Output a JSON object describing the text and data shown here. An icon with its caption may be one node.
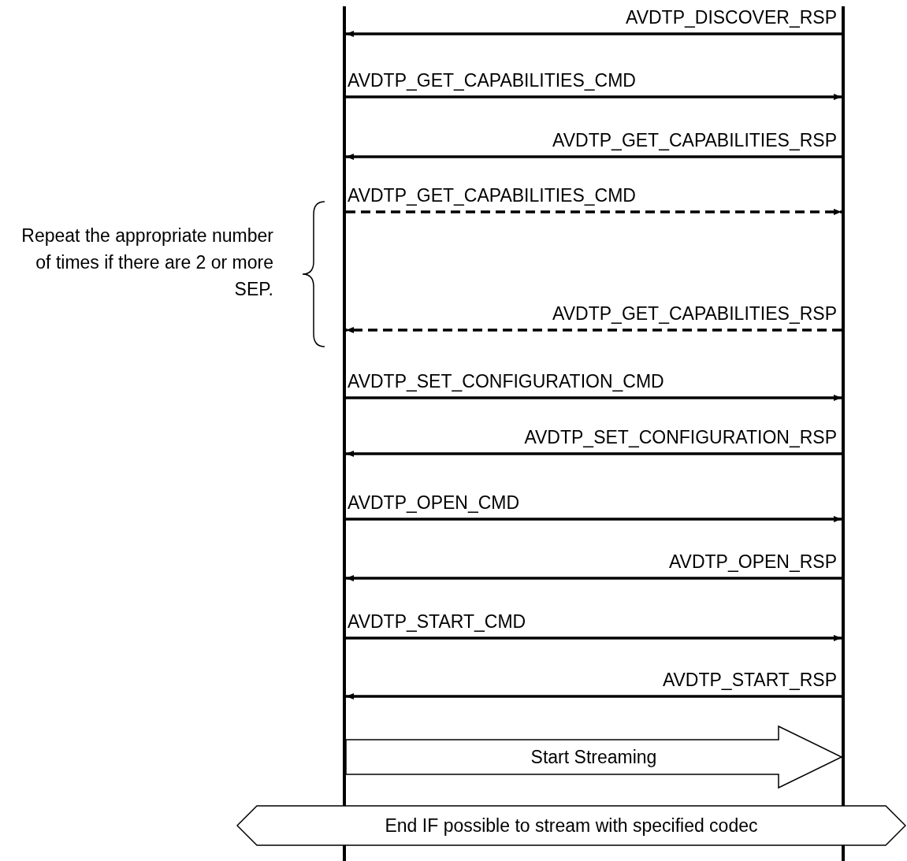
{
  "diagram": {
    "nodes": [
      {
        "text": [],
        "shape": "bar"
      },
      {
        "text": [],
        "shape": "bar"
      },
      {
        "text": [
          "End IF possible to stream with specified codec"
        ]
      }
    ],
    "edges": [
      {
        "from": 1,
        "to": 0,
        "arrow": "to",
        "label": "AVDTP_DISCOVER_RSP"
      },
      {
        "from": 0,
        "to": 1,
        "arrow": "to",
        "label": "AVDTP_GET_CAPABILITIES_CMD"
      },
      {
        "from": 1,
        "to": 0,
        "arrow": "to",
        "label": "AVDTP_GET_CAPABILITIES_RSP"
      },
      {
        "from": 0,
        "to": 1,
        "arrow": "to",
        "label": "AVDTP_GET_CAPABILITIES_CMD",
        "style": "dashed"
      },
      {
        "from": 1,
        "to": 0,
        "arrow": "to",
        "label": "AVDTP_GET_CAPABILITIES_RSP",
        "style": "dashed"
      },
      {
        "from": 0,
        "to": 1,
        "arrow": "to",
        "label": "AVDTP_SET_CONFIGURATION_CMD"
      },
      {
        "from": 1,
        "to": 0,
        "arrow": "to",
        "label": "AVDTP_SET_CONFIGURATION_RSP"
      },
      {
        "from": 0,
        "to": 1,
        "arrow": "to",
        "label": "AVDTP_OPEN_CMD"
      },
      {
        "from": 1,
        "to": 0,
        "arrow": "to",
        "label": "AVDTP_OPEN_RSP"
      },
      {
        "from": 0,
        "to": 1,
        "arrow": "to",
        "label": "AVDTP_START_CMD"
      },
      {
        "from": 1,
        "to": 0,
        "arrow": "to",
        "label": "AVDTP_START_RSP"
      },
      {
        "from": 0,
        "to": 1,
        "arrow": "to",
        "label": "Start Streaming",
        "style": "thick"
      }
    ],
    "labels": [
      "Repeat the appropriate number of times if there are 2 or more SEP."
    ]
  }
}
